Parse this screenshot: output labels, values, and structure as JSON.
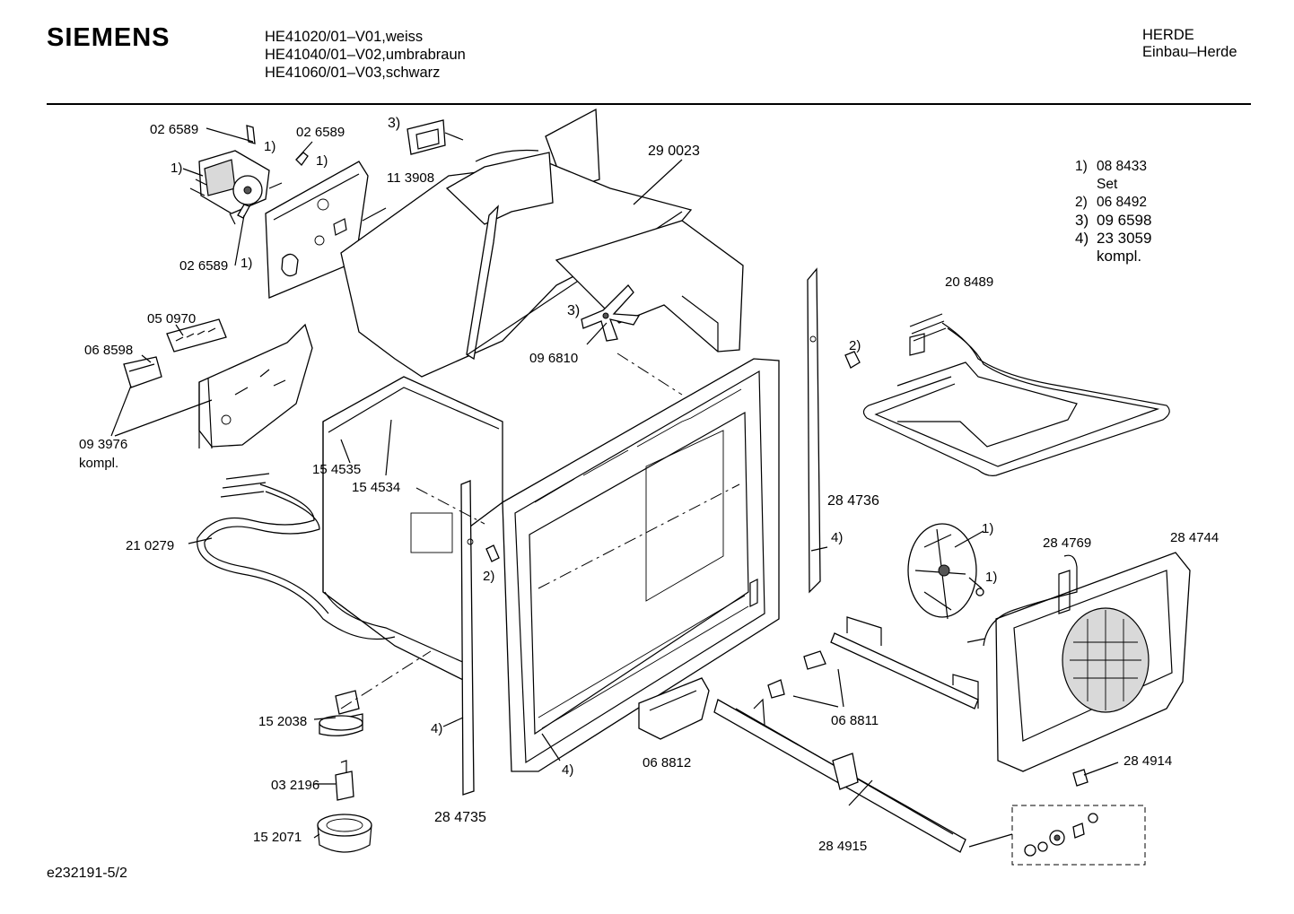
{
  "header": {
    "brand": "SIEMENS",
    "models": [
      "HE41020/01–V01,weiss",
      "HE41040/01–V02,umbrabraun",
      "HE41060/01–V03,schwarz"
    ],
    "category": "HERDE",
    "subcategory": "Einbau–Herde"
  },
  "notes": [
    {
      "num": "1)",
      "text": "08 8433"
    },
    {
      "num": "",
      "text": "Set"
    },
    {
      "num": "2)",
      "text": "06 8492"
    },
    {
      "num": "3)",
      "text": "09 6598"
    },
    {
      "num": "4)",
      "text": "23 3059"
    },
    {
      "num": "",
      "text": "kompl."
    }
  ],
  "labels": {
    "l_026589_a": "02 6589",
    "l_026589_b": "02 6589",
    "l_026589_c": "02 6589",
    "l_113908": "11 3908",
    "l_290023": "29 0023",
    "l_208489": "20 8489",
    "l_050970": "05 0970",
    "l_068598": "06 8598",
    "l_093976": "09 3976",
    "l_kompl": "kompl.",
    "l_096810": "09 6810",
    "l_154535": "15 4535",
    "l_154534": "15 4534",
    "l_284736": "28 4736",
    "l_210279": "21 0279",
    "l_284769": "28 4769",
    "l_284744": "28 4744",
    "l_152038": "15 2038",
    "l_032196": "03 2196",
    "l_152071": "15 2071",
    "l_284735": "28 4735",
    "l_068812": "06 8812",
    "l_068811": "06 8811",
    "l_284914": "28 4914",
    "l_284915": "28 4915",
    "m_1a": "1)",
    "m_1b": "1)",
    "m_1c": "1)",
    "m_1d": "1)",
    "m_1e": "1)",
    "m_1f": "1)",
    "m_2a": "2)",
    "m_2b": "2)",
    "m_3a": "3)",
    "m_3b": "3)",
    "m_4a": "4)",
    "m_4b": "4)",
    "m_4c": "4)"
  },
  "footer": "e232191-5/2"
}
